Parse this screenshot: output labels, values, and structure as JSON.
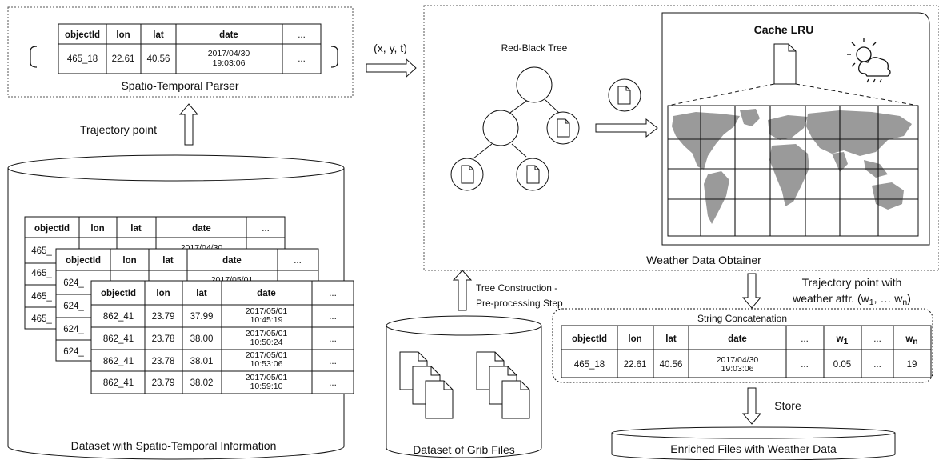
{
  "parser": {
    "label": "Spatio-Temporal Parser",
    "headers": [
      "objectId",
      "lon",
      "lat",
      "date",
      "..."
    ],
    "row": [
      "465_18",
      "22.61",
      "40.56",
      "2017/04/30",
      "19:03:06",
      "..."
    ]
  },
  "arrows": {
    "xyt": "(x, y, t)",
    "trajectory_point": "Trajectory point",
    "tree_construction_1": "Tree Construction -",
    "tree_construction_2": "Pre-processing Step",
    "traj_weather_1": "Trajectory point with",
    "traj_weather_2": "weather attr. (w",
    "traj_weather_sub1": "1",
    "traj_weather_mid": ", … w",
    "traj_weather_subn": "n",
    "traj_weather_end": ")",
    "store": "Store"
  },
  "obtainer": {
    "label": "Weather Data Obtainer",
    "tree_label": "Red-Black Tree",
    "cache_label": "Cache LRU"
  },
  "dataset": {
    "label": "Dataset with Spatio-Temporal Information",
    "back_headers": [
      "objectId",
      "lon",
      "lat",
      "date",
      "..."
    ],
    "back_ids": [
      "465_",
      "465_",
      "465_",
      "465_"
    ],
    "back_date": "2017/04/30",
    "mid_headers": [
      "objectId",
      "lon",
      "lat",
      "date",
      "..."
    ],
    "mid_ids": [
      "624_",
      "624_",
      "624_",
      "624_"
    ],
    "mid_date": "2017/05/01",
    "front_headers": [
      "objectId",
      "lon",
      "lat",
      "date",
      "..."
    ],
    "front_rows": [
      [
        "862_41",
        "23.79",
        "37.99",
        "2017/05/01",
        "10:45:19",
        "..."
      ],
      [
        "862_41",
        "23.78",
        "38.00",
        "2017/05/01",
        "10:50:24",
        "..."
      ],
      [
        "862_41",
        "23.78",
        "38.01",
        "2017/05/01",
        "10:53:06",
        "..."
      ],
      [
        "862_41",
        "23.79",
        "38.02",
        "2017/05/01",
        "10:59:10",
        "..."
      ]
    ]
  },
  "grib": {
    "label": "Dataset of Grib Files"
  },
  "concat": {
    "label": "String Concatenation",
    "headers": [
      "objectId",
      "lon",
      "lat",
      "date",
      "...",
      "w",
      "...",
      "w"
    ],
    "w1_sub": "1",
    "wn_sub": "n",
    "row": [
      "465_18",
      "22.61",
      "40.56",
      "2017/04/30",
      "19:03:06",
      "...",
      "0.05",
      "...",
      "19"
    ]
  },
  "enriched": {
    "label": "Enriched Files with Weather Data"
  }
}
